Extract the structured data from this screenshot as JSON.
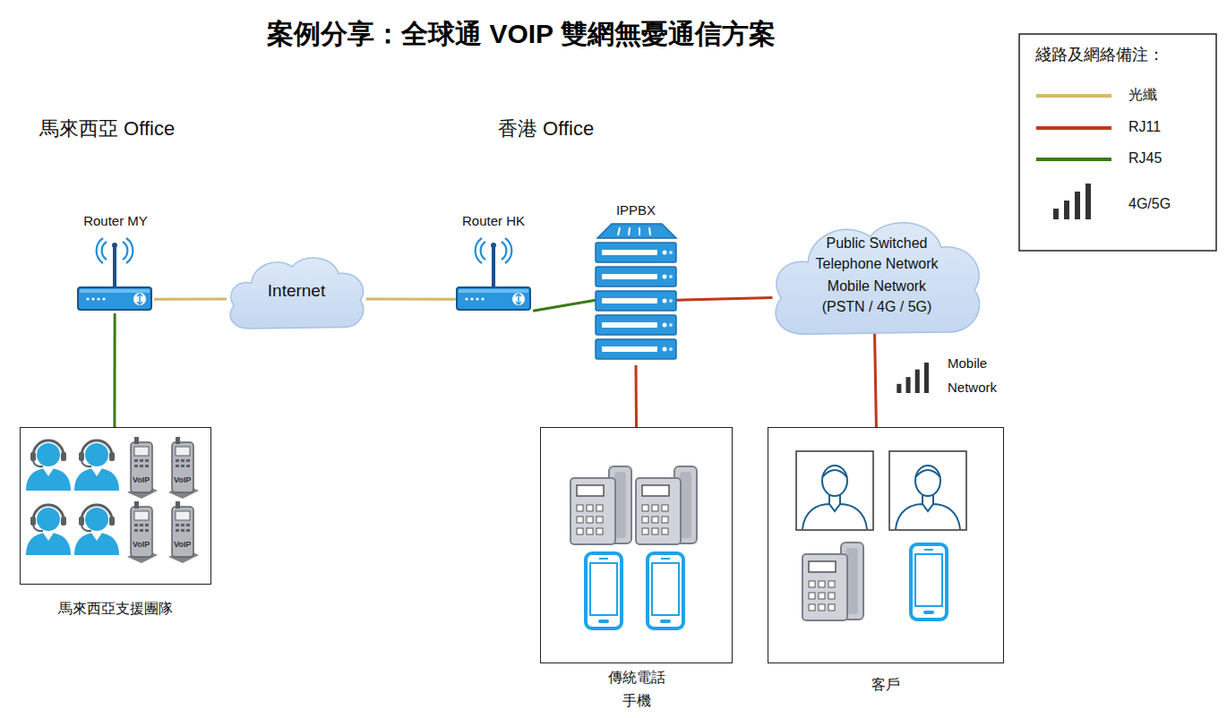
{
  "diagram": {
    "title": "案例分享：全球通 VOIP 雙網無憂通信方案",
    "nodes": [
      {
        "text": [
          "Router MY"
        ]
      },
      {
        "text": [
          "Internet"
        ]
      },
      {
        "text": [
          "Router HK"
        ]
      },
      {
        "text": [
          "IPPBX"
        ]
      },
      {
        "text": [
          "Public Switched Telephone Network",
          "Mobile Network (PSTN / 4G / 5G)"
        ]
      },
      {
        "text": [
          "馬來西亞支援團隊"
        ]
      },
      {
        "text": [
          "傳統電話 手機"
        ]
      },
      {
        "text": [
          "客戶"
        ]
      }
    ],
    "edges": [
      {
        "from": 0,
        "to": 1,
        "arrow": "none"
      },
      {
        "from": 1,
        "to": 2,
        "arrow": "none"
      },
      {
        "from": 2,
        "to": 3,
        "arrow": "none"
      },
      {
        "from": 3,
        "to": 4,
        "arrow": "none"
      },
      {
        "from": 0,
        "to": 5,
        "arrow": "none"
      },
      {
        "from": 3,
        "to": 6,
        "arrow": "none"
      },
      {
        "from": 4,
        "to": 7,
        "arrow": "none",
        "label": "Mobile Network"
      }
    ],
    "labels": [
      "馬來西亞 Office",
      "香港 Office",
      "綫路及網絡備注：",
      "VoIP",
      "VoIP",
      "VoIP",
      "VoIP"
    ],
    "legend": [
      {
        "text": "光纖",
        "color": "#d4b86a"
      },
      {
        "text": "RJ11",
        "color": "#c0391b"
      },
      {
        "text": "RJ45",
        "color": "#3b7a14"
      },
      {
        "text": "4G/5G"
      }
    ]
  }
}
